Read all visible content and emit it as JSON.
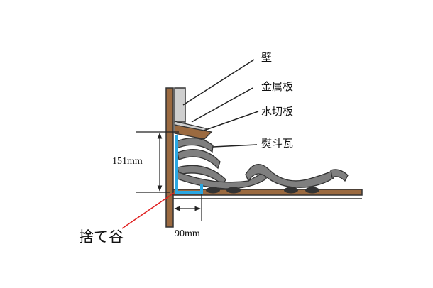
{
  "labels": {
    "wall": "壁",
    "metal_plate": "金属板",
    "flashing": "水切板",
    "noshi_tile": "熨斗瓦",
    "sute_tani": "捨て谷",
    "height_dim": "151mm",
    "width_dim": "90mm"
  },
  "colors": {
    "wood": "#9b6a40",
    "wall_fill": "#cfcfcf",
    "tile": "#7f7f7f",
    "tile_dark": "#333333",
    "valley_blue": "#2aa7e2",
    "leader_red": "#e02020",
    "line": "#222222"
  }
}
